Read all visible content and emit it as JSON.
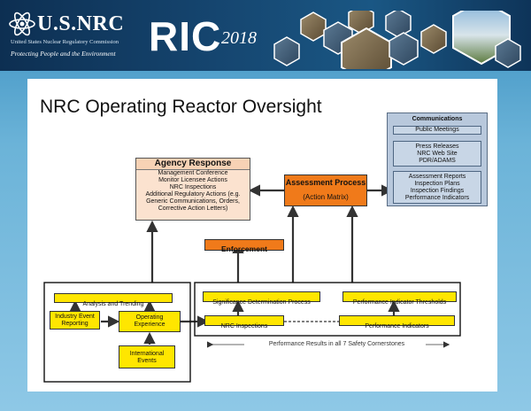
{
  "header": {
    "logo_main": "U.S.NRC",
    "logo_sub": "United States Nuclear Regulatory Commission",
    "logo_tagline": "Protecting People and the Environment",
    "event": "RIC",
    "year": "2018"
  },
  "slide": {
    "title": "NRC Operating Reactor Oversight",
    "communications": {
      "heading": "Communications",
      "item1": "Public Meetings",
      "item2_lines": [
        "Press Releases",
        "NRC Web Site",
        "PDR/ADAMS"
      ],
      "item3_lines": [
        "Assessment Reports",
        "Inspection Plans",
        "Inspection Findings",
        "Performance Indicators"
      ]
    },
    "agency": {
      "heading": "Agency Response",
      "lines": [
        "Management Conference",
        "Monitor Licensee Actions",
        "NRC Inspections",
        "Additional Regulatory Actions (e.g.",
        "Generic Communications, Orders,",
        "Corrective Action Letters)"
      ]
    },
    "assessment": {
      "line1": "Assessment Process",
      "line2": "(Action Matrix)"
    },
    "enforcement": "Enforcement",
    "analysis": "Analysis and Trending",
    "industry": [
      "Industry  Event",
      "Reporting"
    ],
    "operating": [
      "Operating",
      "Experience"
    ],
    "international": [
      "International",
      "Events"
    ],
    "sdp": "Significance Determination Process",
    "pit": "Performance Indicator Thresholds",
    "inspections": "NRC Inspections",
    "indicators": "Performance Indicators",
    "footer": "Performance Results in all 7 Safety Cornerstones"
  }
}
